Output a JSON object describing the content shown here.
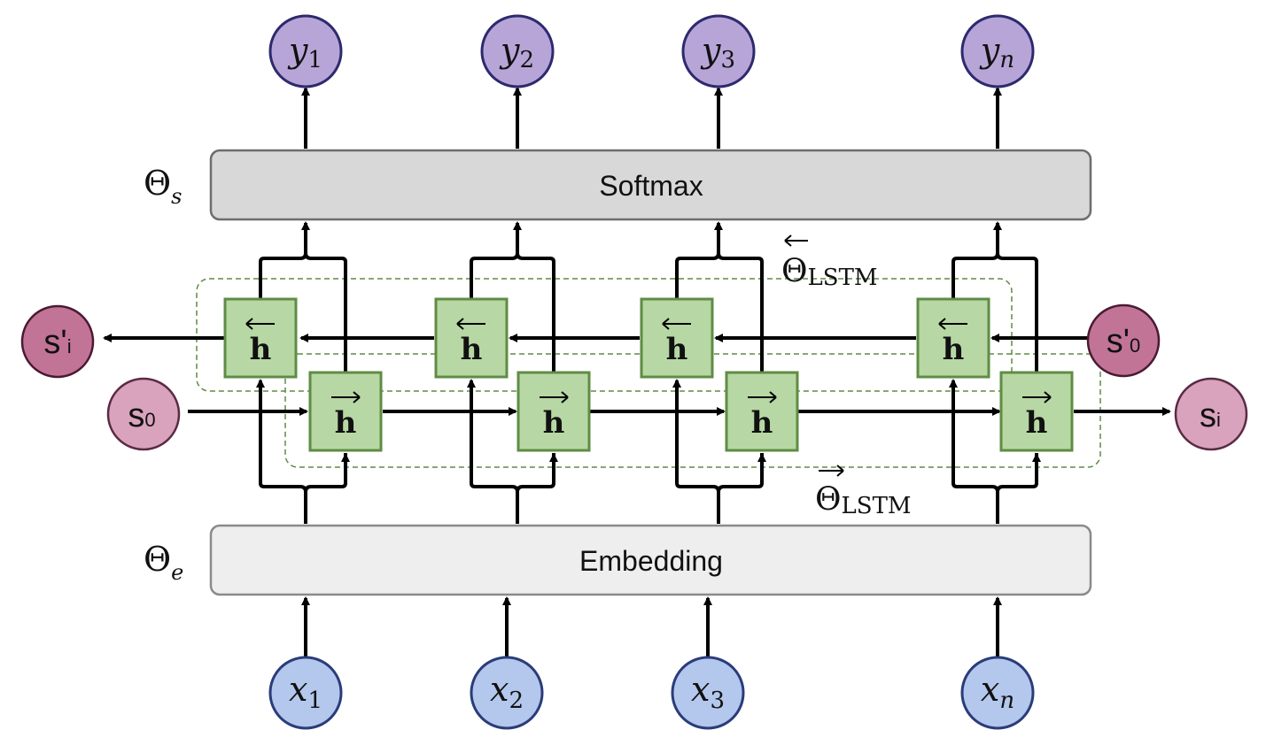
{
  "layers": {
    "softmax": {
      "label": "Softmax",
      "param_label": "Θ",
      "param_sub": "s"
    },
    "embedding": {
      "label": "Embedding",
      "param_label": "Θ",
      "param_sub": "e"
    }
  },
  "lstm": {
    "backward_label": "Θ",
    "backward_sub": "LSTM",
    "forward_label": "Θ",
    "forward_sub": "LSTM",
    "cell_label": "h"
  },
  "outputs": [
    {
      "base": "y",
      "sub": "1"
    },
    {
      "base": "y",
      "sub": "2"
    },
    {
      "base": "y",
      "sub": "3"
    },
    {
      "base": "y",
      "sub": "n"
    }
  ],
  "inputs": [
    {
      "base": "x",
      "sub": "1"
    },
    {
      "base": "x",
      "sub": "2"
    },
    {
      "base": "x",
      "sub": "3"
    },
    {
      "base": "x",
      "sub": "n"
    }
  ],
  "states": {
    "s0": {
      "base": "s",
      "sub": "0"
    },
    "si": {
      "base": "s",
      "sub": "i"
    },
    "s_prime_0": {
      "base": "s'",
      "sub": "0"
    },
    "s_prime_i": {
      "base": "s'",
      "sub": "i"
    }
  },
  "colors": {
    "output_node": "#b7a5d8",
    "input_node": "#b4c7ec",
    "state_fwd": "#d9a3bd",
    "state_bwd": "#c27497",
    "cell_fill": "#b7d7a4",
    "cell_stroke": "#5f8c44",
    "layer_softmax": "#d8d8d8",
    "layer_embedding": "#eeeeee",
    "dashed_box": "#5f8c44"
  }
}
